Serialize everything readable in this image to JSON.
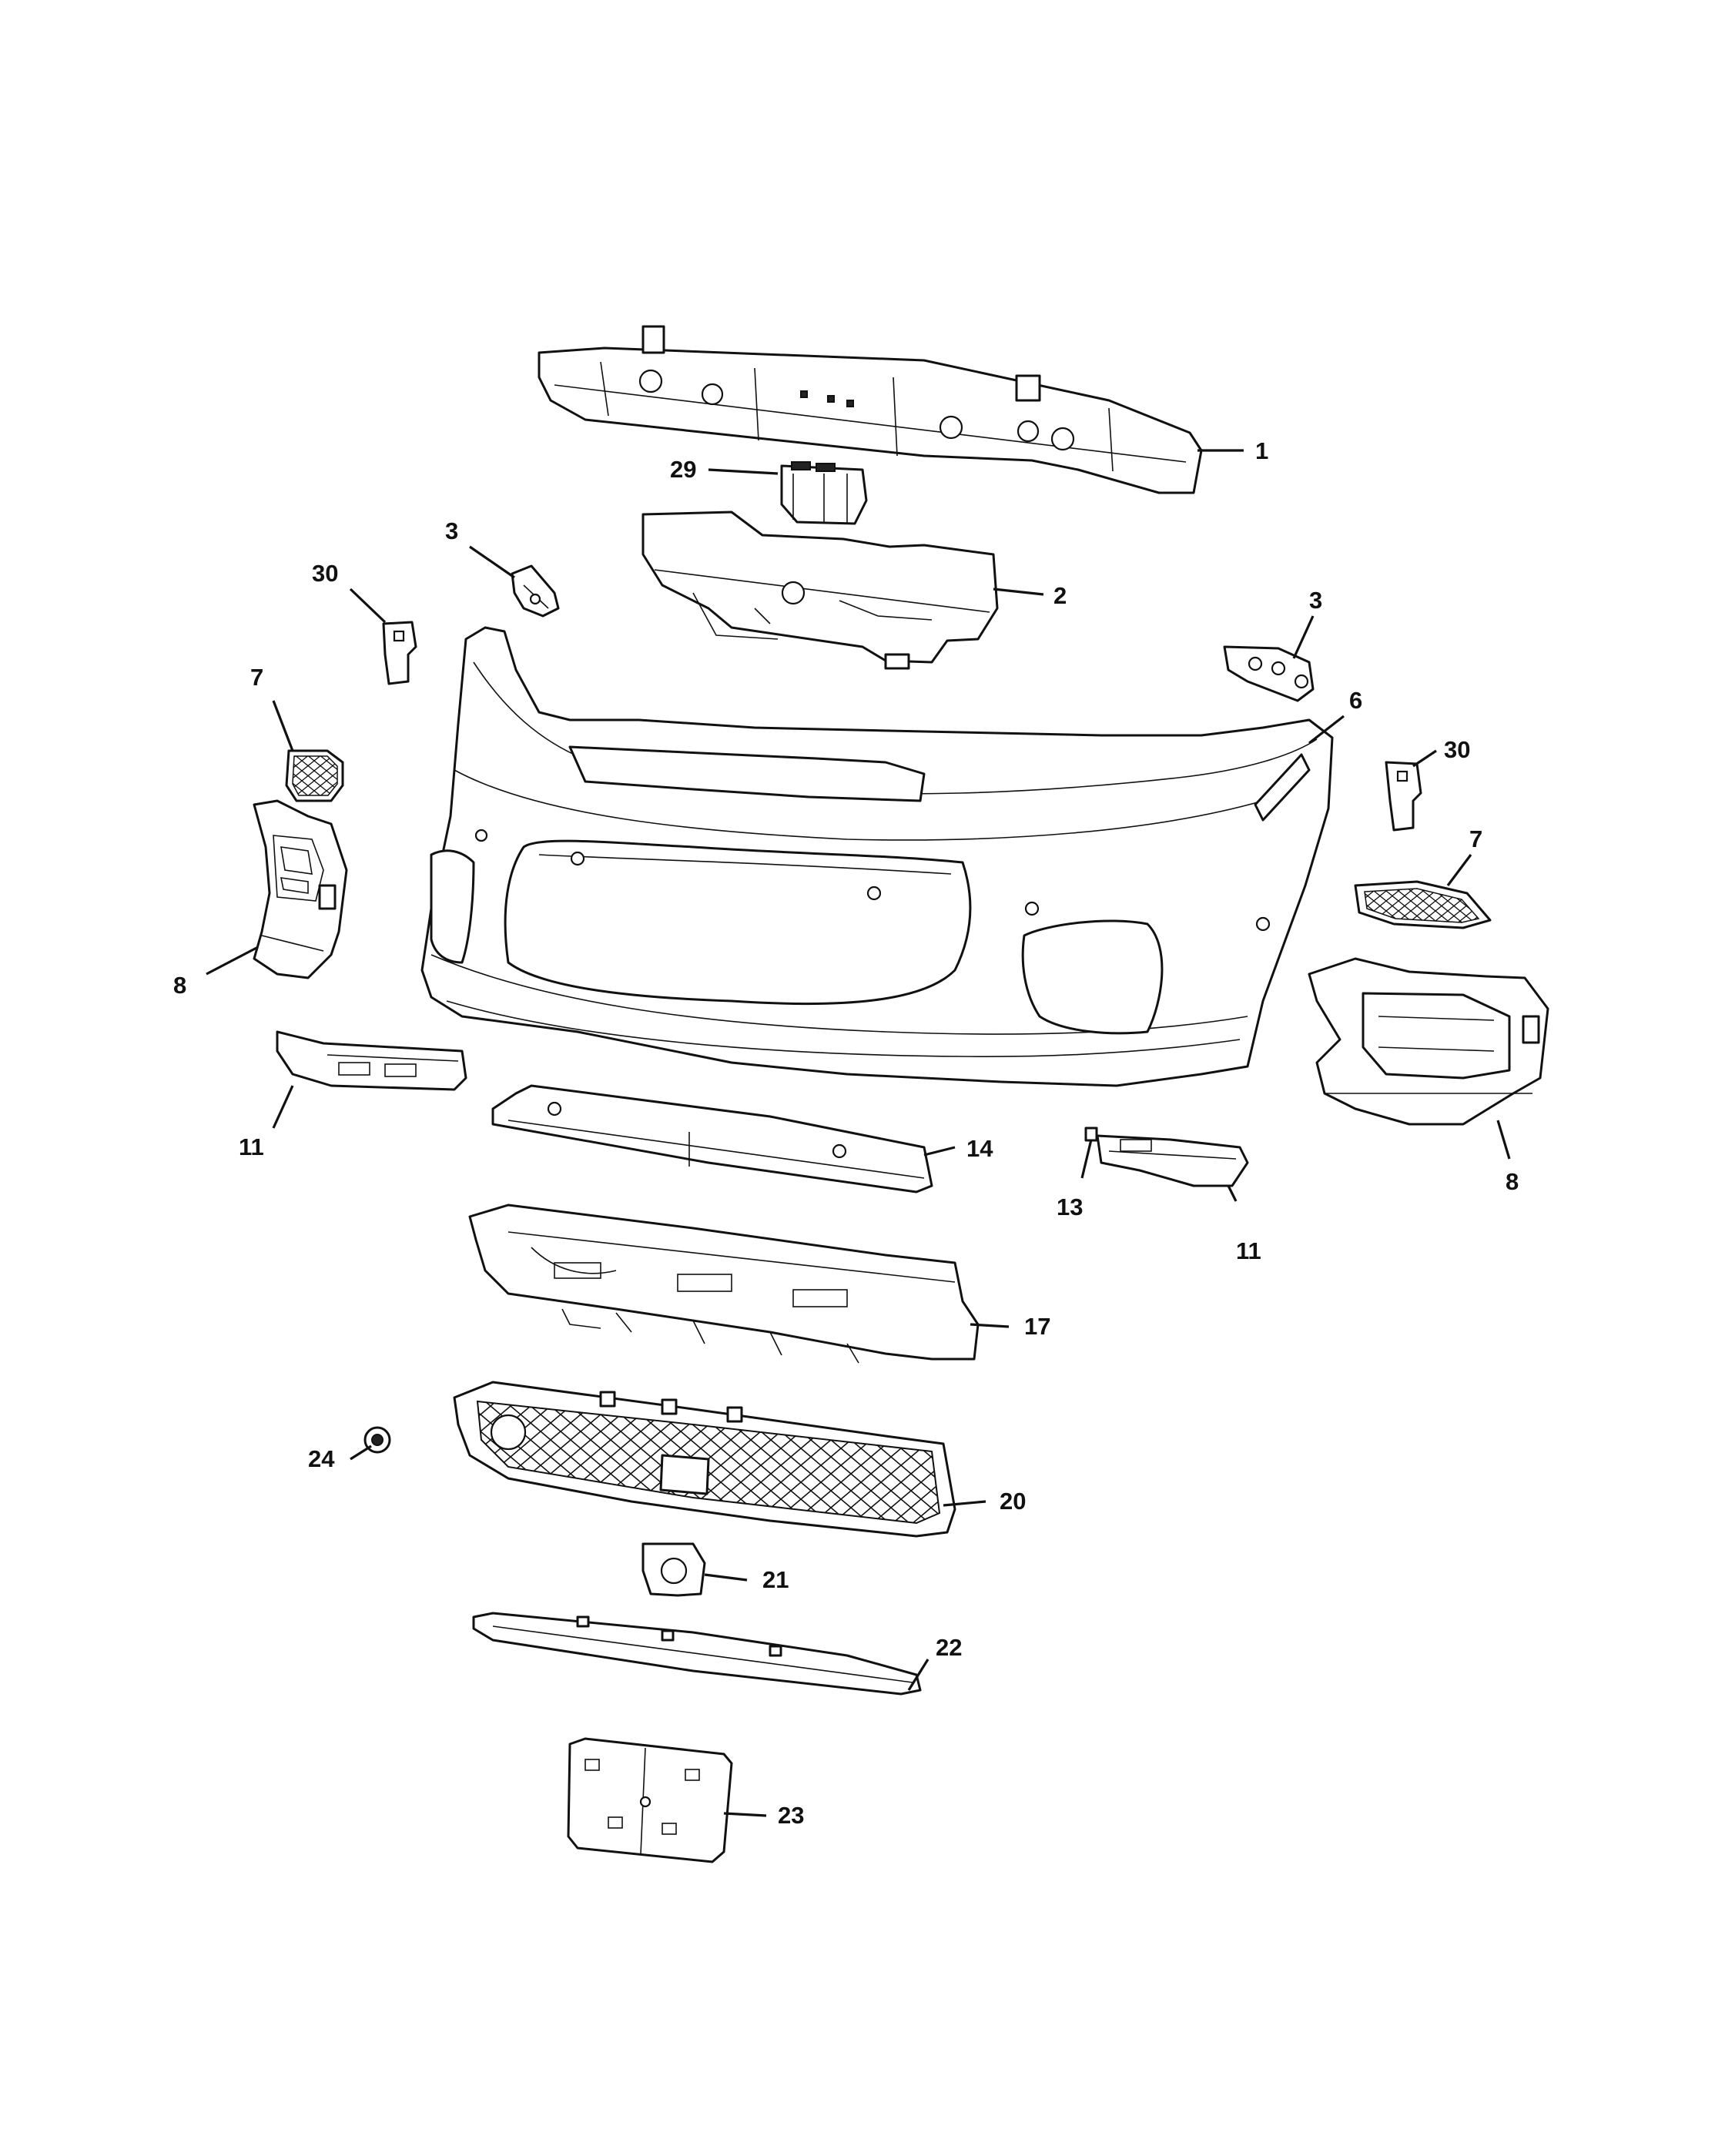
{
  "callouts": {
    "c1": "1",
    "c2": "2",
    "c3_left": "3",
    "c3_right": "3",
    "c6": "6",
    "c7_left": "7",
    "c7_right": "7",
    "c8_left": "8",
    "c8_right": "8",
    "c11_left": "11",
    "c11_right": "11",
    "c13": "13",
    "c14": "14",
    "c17": "17",
    "c20": "20",
    "c21": "21",
    "c22": "22",
    "c23": "23",
    "c24": "24",
    "c29": "29",
    "c30_left": "30",
    "c30_right": "30"
  }
}
